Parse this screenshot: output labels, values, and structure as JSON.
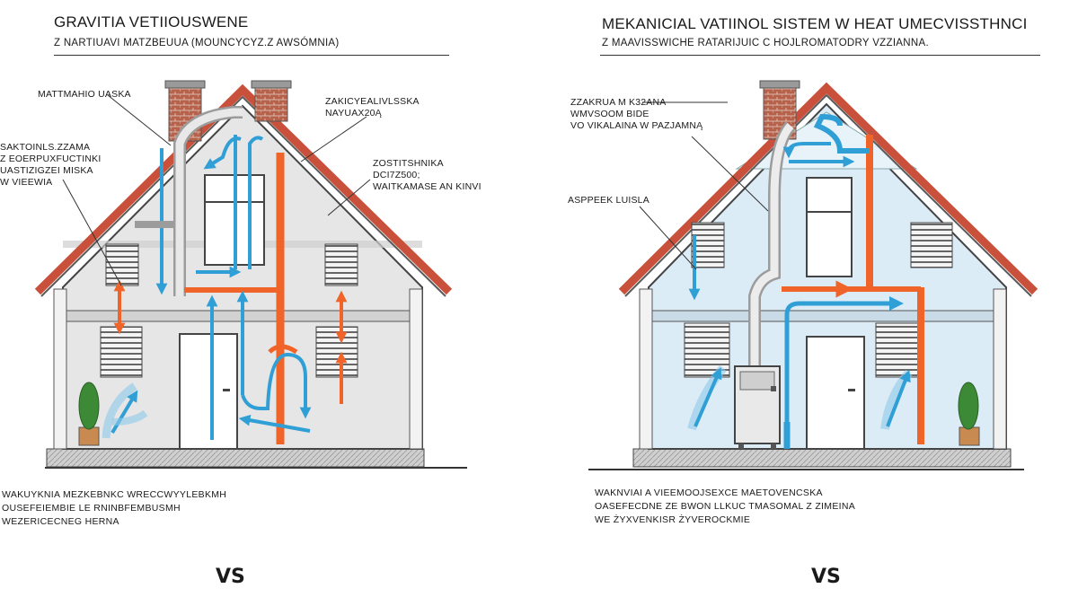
{
  "left": {
    "title": "GRAVITIA VETIIOUSWENE",
    "subtitle": "Z NARTIUAVI MATZBEUUA (MOUNCYCYZ.Z AWSÓMNIA)",
    "labels": [
      "MATTMAHIO UASKA",
      "ZAKICYEALIVLSSKA\nNAYUAX20Ą",
      "SAKTOINLS.ZZAMA\nZ EOERPUXFUCTINKI\nUASTIZIGZEI MISKA\nW VIEEWIA",
      "ZOSTITSHNIKA\nDCI7Z500;\nWAITKAMASE AN KINVI"
    ],
    "description": "WAKUYKNIA MEZKEBNKC WRECCWYYLEBKMH\nOUSEFEIEMBIE LE RNINBFEMBUSMH\nWEZERICECNEG HERNA",
    "vs": "VS"
  },
  "right": {
    "title": "MEKANICIAL VATIINOL SISTEM W HEAT UMECVISSTHNCI",
    "subtitle": "Z MAAVISSWICHE RATARIJUIC C HOJLROMATODRY VZZIANNA.",
    "labels": [
      "ZZAKRUA M K32ANA\nWMVSOOM BIDE\nVO VIKALAINA W PAZJAMNĄ",
      "ASPPEEK LUISLA"
    ],
    "description": "WAKNVIAI A VIEEMOOJSEXCE MAETOVENCSKA\nOASEFECDNE ZE BWON LLKUC TMASOMAL Z ZIMEINA\nWE ŻYXVENKISR ŻYVEROCKMIE",
    "vs": "VS"
  },
  "colors": {
    "fresh_air": "#2f9fd6",
    "exhaust_air": "#f0642a",
    "roof": "#c9503a",
    "wall_left": "#e6e6e6",
    "wall_right": "#dcecf7"
  }
}
